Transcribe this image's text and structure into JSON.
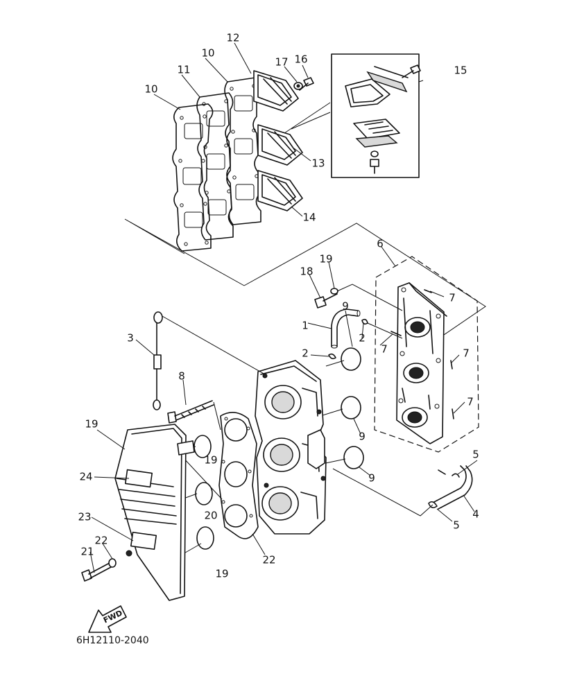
{
  "diagram_code": "6H12110-2040",
  "direction_label": "FWD",
  "callouts": [
    {
      "id": "c1",
      "text": "1"
    },
    {
      "id": "c2a",
      "text": "2"
    },
    {
      "id": "c2b",
      "text": "2"
    },
    {
      "id": "c3",
      "text": "3"
    },
    {
      "id": "c4",
      "text": "4"
    },
    {
      "id": "c5a",
      "text": "5"
    },
    {
      "id": "c5b",
      "text": "5"
    },
    {
      "id": "c6",
      "text": "6"
    },
    {
      "id": "c7a",
      "text": "7"
    },
    {
      "id": "c7b",
      "text": "7"
    },
    {
      "id": "c7c",
      "text": "7"
    },
    {
      "id": "c7d",
      "text": "7"
    },
    {
      "id": "c8",
      "text": "8"
    },
    {
      "id": "c9a",
      "text": "9"
    },
    {
      "id": "c9b",
      "text": "9"
    },
    {
      "id": "c9c",
      "text": "9"
    },
    {
      "id": "c10a",
      "text": "10"
    },
    {
      "id": "c10b",
      "text": "10"
    },
    {
      "id": "c11",
      "text": "11"
    },
    {
      "id": "c12a",
      "text": "12"
    },
    {
      "id": "c12b",
      "text": "12"
    },
    {
      "id": "c12c",
      "text": "12"
    },
    {
      "id": "c13",
      "text": "13"
    },
    {
      "id": "c14",
      "text": "14"
    },
    {
      "id": "c15",
      "text": "15"
    },
    {
      "id": "c16",
      "text": "16"
    },
    {
      "id": "c17",
      "text": "17"
    },
    {
      "id": "c18",
      "text": "18"
    },
    {
      "id": "c19a",
      "text": "19"
    },
    {
      "id": "c19b",
      "text": "19"
    },
    {
      "id": "c19c",
      "text": "19"
    },
    {
      "id": "c20",
      "text": "20"
    },
    {
      "id": "c21",
      "text": "21"
    },
    {
      "id": "c22",
      "text": "22"
    },
    {
      "id": "c23",
      "text": "23"
    },
    {
      "id": "c24",
      "text": "24"
    }
  ]
}
